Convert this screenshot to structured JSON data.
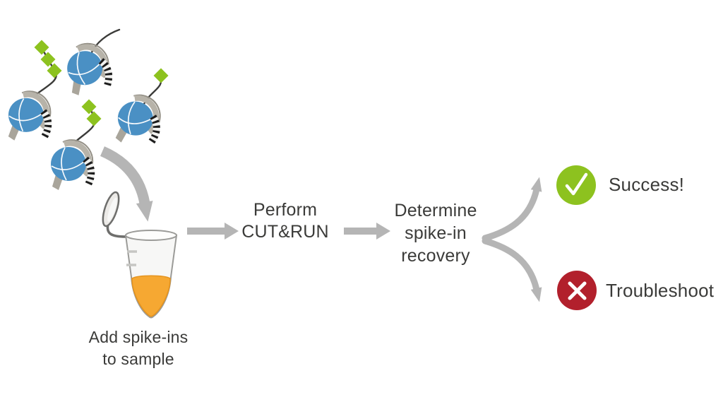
{
  "labels": {
    "add_spikeins": "Add spike-ins\nto sample",
    "perform_cutrun": "Perform\nCUT&RUN",
    "determine_recovery": "Determine\nspike-in\nrecovery",
    "success": "Success!",
    "troubleshoot": "Troubleshoot"
  },
  "icons": {
    "spike_in": "nucleosome-spike-in-icon",
    "barcode": "barcode-ribbon-icon",
    "tag": "green-diamond-tag-icon",
    "tube": "sample-tube-icon",
    "success": "check-icon",
    "troubleshoot": "x-icon",
    "flow": "arrow-icon"
  },
  "colors": {
    "text": "#3B3B39",
    "arrow_gray": "#B5B5B5",
    "success_green": "#8DC21F",
    "error_red": "#B2202C",
    "nucleosome_blue": "#4A90C4",
    "nucleosome_band": "#B7B3A9",
    "spike_tag_green": "#8DC21F",
    "sample_orange": "#F6A832",
    "dna_dark": "#3B3B39"
  }
}
